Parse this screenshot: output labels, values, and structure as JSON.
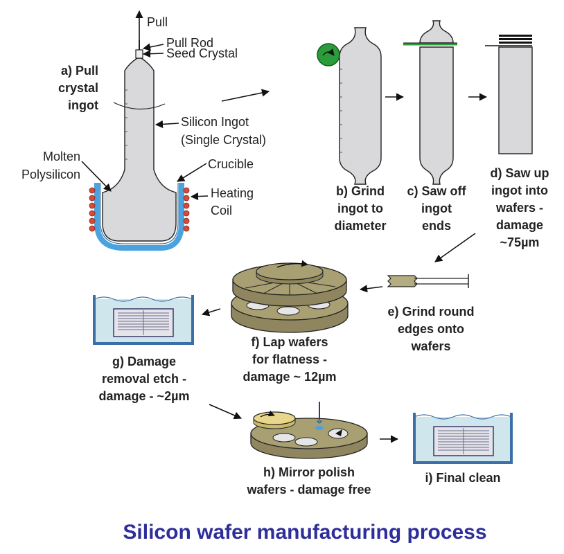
{
  "title": "Silicon wafer manufacturing process",
  "labels": {
    "pull": "Pull",
    "pull_rod": "Pull Rod",
    "seed_crystal": "Seed Crystal",
    "step_a": [
      "a) Pull",
      "crystal",
      "ingot"
    ],
    "silicon_ingot": [
      "Silicon Ingot",
      "(Single Crystal)"
    ],
    "molten": [
      "Molten",
      "Polysilicon"
    ],
    "crucible": "Crucible",
    "heating_coil": [
      "Heating",
      "Coil"
    ],
    "step_b": [
      "b) Grind",
      "ingot to",
      "diameter"
    ],
    "step_c": [
      "c) Saw off",
      "ingot",
      "ends"
    ],
    "step_d": [
      "d) Saw up",
      "ingot into",
      "wafers -",
      "damage",
      "~75µm"
    ],
    "step_e": [
      "e) Grind round",
      "edges onto",
      "wafers"
    ],
    "step_f": [
      "f) Lap wafers",
      "for flatness -",
      "damage ~ 12µm"
    ],
    "step_g": [
      "g) Damage",
      "removal etch -",
      "damage - ~2µm"
    ],
    "step_h": [
      "h) Mirror polish",
      "wafers - damage free"
    ],
    "step_i": "i) Final clean"
  },
  "colors": {
    "ingot": "#d9d9dc",
    "crucible": "#4aa3df",
    "coil": "#d64a3a",
    "grinder": "#2a9d3a",
    "lap_plate": "#a89f72",
    "bath_water": "#cfe6ec",
    "bath_edge": "#3a6fa8",
    "polish_pad": "#e8d68a",
    "title": "#2e2e9a"
  }
}
